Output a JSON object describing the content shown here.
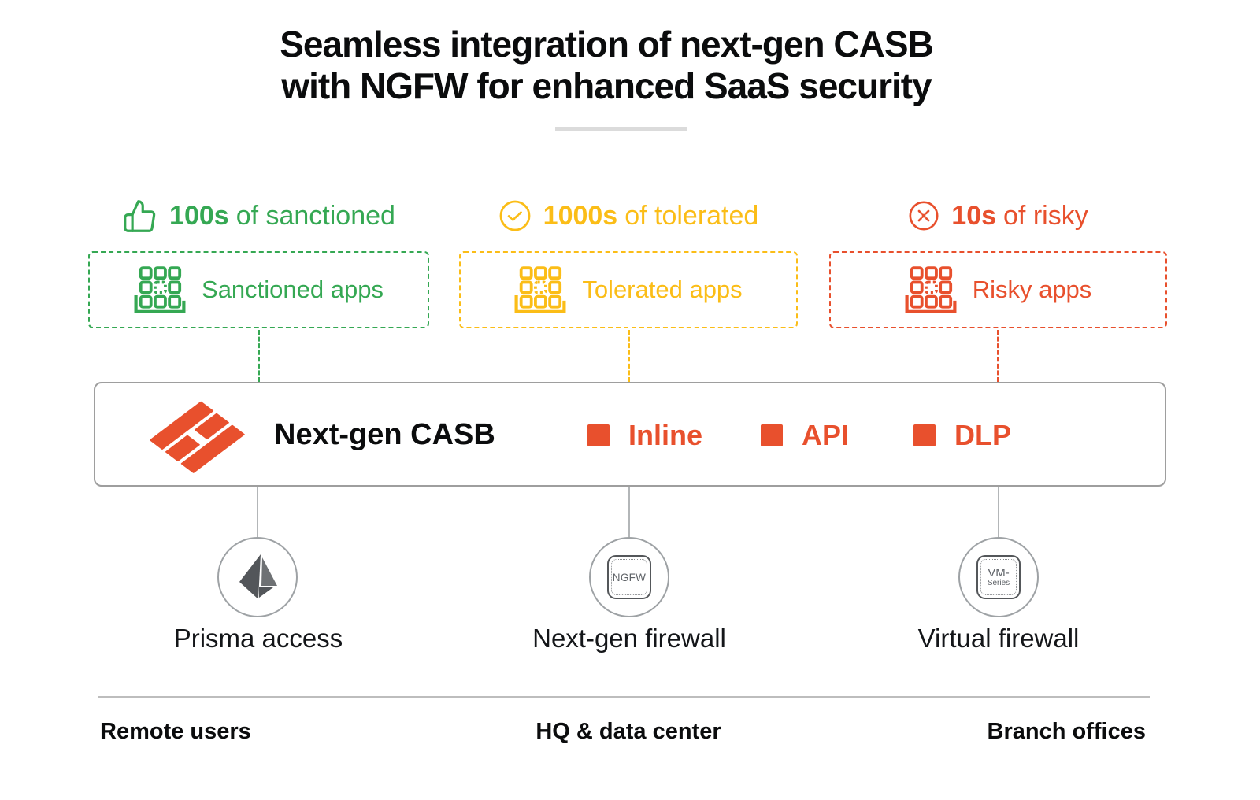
{
  "title": {
    "line1": "Seamless integration of next-gen CASB",
    "line2": "with NGFW for enhanced SaaS security"
  },
  "colors": {
    "sanctioned_green": "#35A853",
    "tolerated_yellow": "#FBBD17",
    "risky_red": "#E8502D",
    "casb_accent": "#E8502D"
  },
  "categories": [
    {
      "count": "100s",
      "phrase": "of sanctioned",
      "box_label": "Sanctioned apps",
      "icon": "thumbs-up-icon"
    },
    {
      "count": "1000s",
      "phrase": "of tolerated",
      "box_label": "Tolerated apps",
      "icon": "check-circle-icon"
    },
    {
      "count": "10s",
      "phrase": "of risky",
      "box_label": "Risky apps",
      "icon": "x-circle-icon"
    }
  ],
  "casb_bar": {
    "name": "Next-gen CASB",
    "features": [
      "Inline",
      "API",
      "DLP"
    ]
  },
  "nodes": [
    {
      "caption": "Prisma access"
    },
    {
      "caption": "Next-gen firewall",
      "badge": "NGFW"
    },
    {
      "caption": "Virtual firewall",
      "badge_line1": "VM-",
      "badge_line2": "Series"
    }
  ],
  "footer": {
    "labels": [
      "Remote users",
      "HQ & data center",
      "Branch offices"
    ]
  }
}
